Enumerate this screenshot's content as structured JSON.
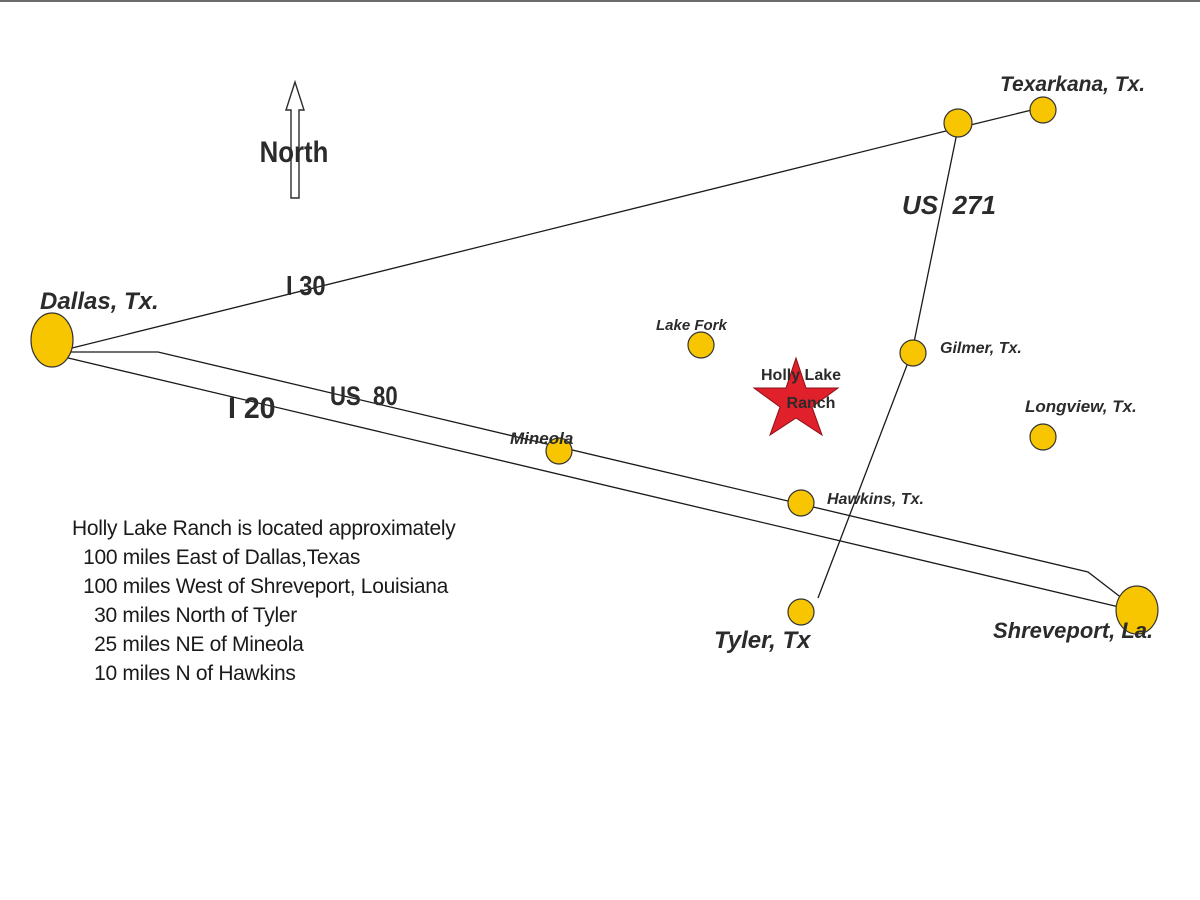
{
  "map": {
    "north_label": "North",
    "cities": {
      "dallas": "Dallas, Tx.",
      "texarkana": "Texarkana, Tx.",
      "lake_fork": "Lake Fork",
      "gilmer": "Gilmer, Tx.",
      "longview": "Longview, Tx.",
      "mineola": "Mineola",
      "hawkins": "Hawkins, Tx.",
      "tyler": "Tyler, Tx",
      "shreveport": "Shreveport, La."
    },
    "destination": {
      "line1": "Holly Lake",
      "line2": "Ranch"
    },
    "roads": {
      "i30": "I 30",
      "i20": "I 20",
      "us80": "US  80",
      "us271": "US  271"
    },
    "colors": {
      "city_marker": "#f7c600",
      "destination_star": "#e0202a",
      "roads": "#1a1a1a"
    }
  },
  "info": {
    "line1": "Holly Lake Ranch is located approximately",
    "line2": "  100 miles East of Dallas,Texas",
    "line3": "  100 miles West of Shreveport, Louisiana",
    "line4": "    30 miles North of Tyler",
    "line5": "    25 miles NE of Mineola",
    "line6": "    10 miles N of Hawkins"
  }
}
